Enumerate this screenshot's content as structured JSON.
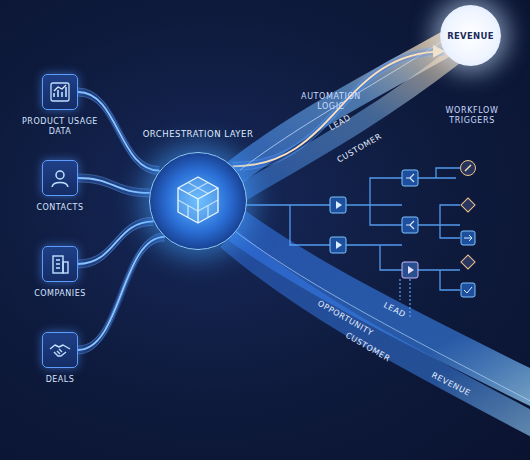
{
  "diagram": {
    "nodes": [
      {
        "text": [
          "PRODUCT USAGE DATA"
        ]
      },
      {
        "text": [
          "CONTACTS"
        ]
      },
      {
        "text": [
          "COMPANIES"
        ]
      },
      {
        "text": [
          "DEALS"
        ]
      },
      {
        "text": [
          "ORCHESTRATION LAYER"
        ]
      },
      {
        "text": [
          "REVENUE"
        ]
      }
    ],
    "edges": [
      {
        "from": 0,
        "to": 4,
        "arrow": "none"
      },
      {
        "from": 1,
        "to": 4,
        "arrow": "none"
      },
      {
        "from": 2,
        "to": 4,
        "arrow": "none"
      },
      {
        "from": 3,
        "to": 4,
        "arrow": "none"
      },
      {
        "from": 4,
        "to": 5,
        "arrow": "to"
      }
    ],
    "labels": [
      "AUTOMATION LOGIC",
      "LEAD",
      "CUSTOMER",
      "WORKFLOW TRIGGERS",
      "LEAD",
      "OPPORTUNITY",
      "CUSTOMER",
      "REVENUE"
    ]
  }
}
